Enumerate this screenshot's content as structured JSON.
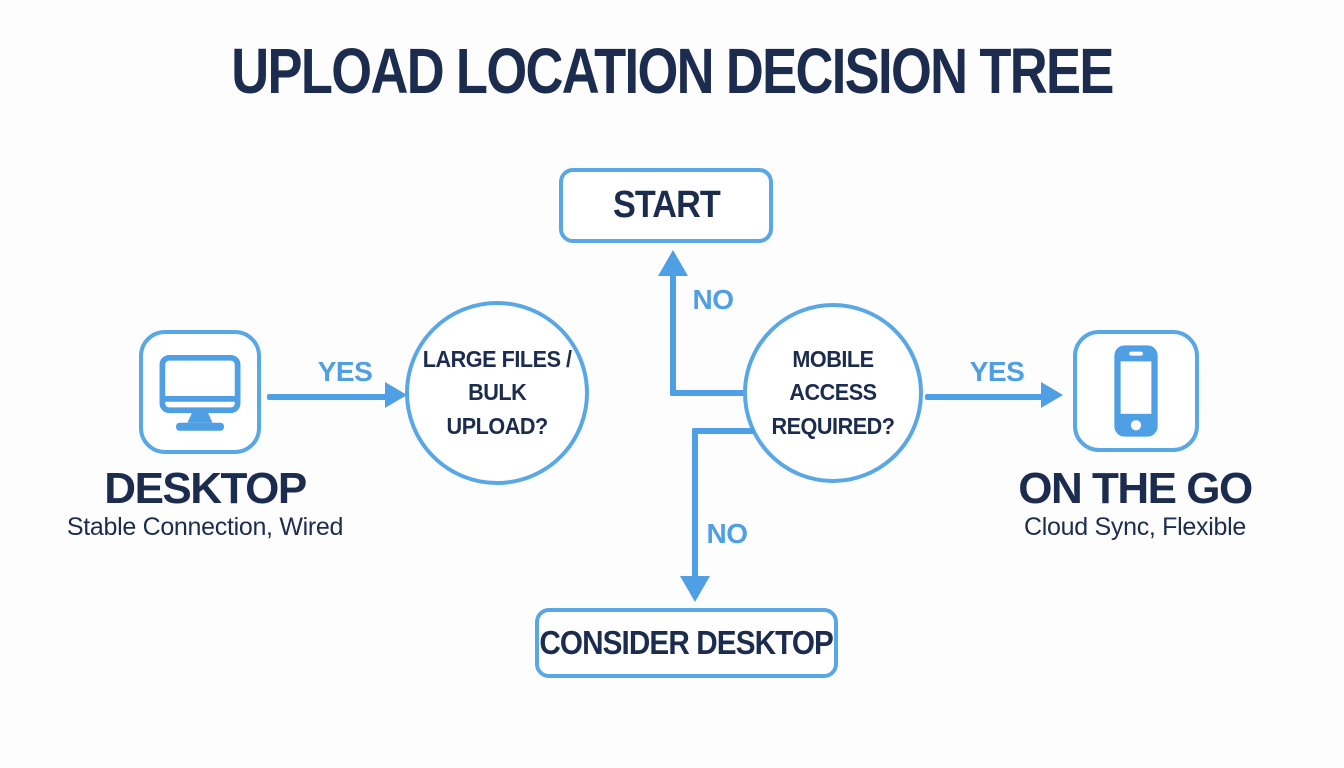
{
  "colors": {
    "accent_blue": "#4E9FE3",
    "border_blue": "#5AA7E5",
    "navy_text": "#1B2C4E",
    "page_bg": "#FDFDFE"
  },
  "title": "UPLOAD LOCATION DECISION TREE",
  "nodes": {
    "start": {
      "label": "START"
    },
    "large_files": {
      "label": "LARGE FILES /\nBULK\nUPLOAD?"
    },
    "mobile_access": {
      "label": "MOBILE ACCESS\nREQUIRED?"
    },
    "consider_desktop": {
      "label": "CONSIDER DESKTOP"
    },
    "desktop": {
      "icon": "desktop-monitor-icon",
      "label": "DESKTOP",
      "sublabel": "Stable Connection, Wired"
    },
    "on_the_go": {
      "icon": "smartphone-icon",
      "label": "ON THE GO",
      "sublabel": "Cloud Sync, Flexible"
    }
  },
  "edges": {
    "desktop_to_large_files": {
      "label": "YES"
    },
    "mobile_to_on_the_go": {
      "label": "YES"
    },
    "mobile_to_start": {
      "label": "NO"
    },
    "mobile_to_consider_desktop": {
      "label": "NO"
    }
  }
}
